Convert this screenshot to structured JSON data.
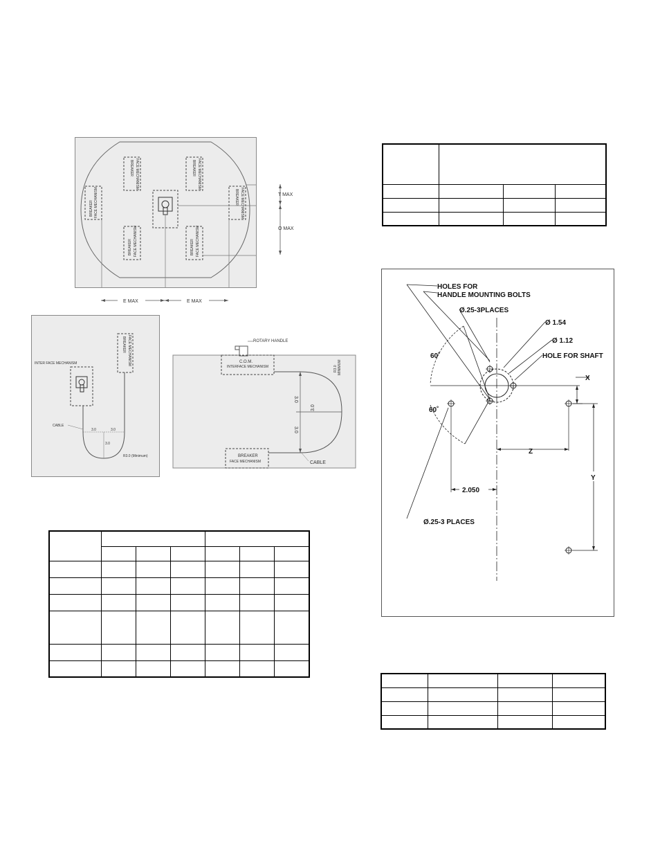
{
  "layout_diagram": {
    "e_max_label": "E MAX",
    "t_max_label": "T MAX",
    "o_max_label": "O MAX",
    "breaker_label": "BREAKER",
    "face_mech_label": "FACE MECHANISM"
  },
  "cable_diagram_left": {
    "inter_face_label": "INTER FACE MECHANISM",
    "breaker_label": "BREAKER",
    "face_mech_label": "FACE MECHANISM",
    "cable_label": "CABLE",
    "dim_a": "3.0",
    "dim_b": "3.0",
    "dim_c": "3.0",
    "radius_label": "R3.0 (Minimum)"
  },
  "cable_diagram_right": {
    "rotary_handle_label": "ROTARY HANDLE",
    "com_label": "C.O.M.",
    "interface_mech_label": "INTERFACE MECHANISM",
    "breaker_label": "BREAKER",
    "face_mech_label": "FACE MECHANISM",
    "cable_label": "CABLE",
    "dim_top": "3.0",
    "dim_bottom": "3.0",
    "dim_right": "3.0",
    "radius_label": "R3.0",
    "minimum_label": "MINIMUM"
  },
  "drilling_diagram": {
    "holes_label_1": "HOLES FOR",
    "holes_label_2": "HANDLE MOUNTING BOLTS",
    "places_top": "Ø.25-3PLACES",
    "dia_154": "Ø 1.54",
    "dia_112": "Ø 1.12",
    "hole_shaft": "HOLE FOR SHAFT",
    "angle_top": "60˚",
    "angle_bottom": "60˚",
    "x_label": "X",
    "z_label": "Z",
    "y_label": "Y",
    "dim_2050": "2.050",
    "places_bottom": "Ø.25-3 PLACES"
  }
}
